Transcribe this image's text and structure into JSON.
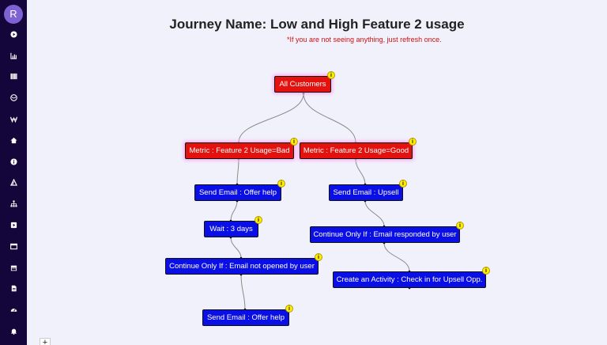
{
  "user": {
    "avatar_initial": "R"
  },
  "sidebar": {
    "icons": [
      "play-circle-icon",
      "bar-chart-icon",
      "grid-icon",
      "globe-icon",
      "w-icon",
      "home-icon",
      "info-icon",
      "scale-icon",
      "hierarchy-icon",
      "media-icon",
      "window-icon",
      "calendar-icon",
      "document-icon",
      "dashboard-icon",
      "bell-icon"
    ]
  },
  "header": {
    "title": "Journey Name: Low and High Feature 2 usage",
    "refresh_note": "*If you are not seeing anything, just refresh once."
  },
  "flow": {
    "info_glyph": "i",
    "nodes": [
      {
        "id": "all-customers",
        "label": "All Customers",
        "color": "red"
      },
      {
        "id": "metric-bad",
        "label": "Metric : Feature 2 Usage=Bad",
        "color": "red"
      },
      {
        "id": "metric-good",
        "label": "Metric : Feature 2 Usage=Good",
        "color": "red"
      },
      {
        "id": "send-email-offer-help-1",
        "label": "Send Email : Offer help",
        "color": "blue"
      },
      {
        "id": "send-email-upsell",
        "label": "Send Email : Upsell",
        "color": "blue"
      },
      {
        "id": "wait-3-days",
        "label": "Wait : 3 days",
        "color": "blue"
      },
      {
        "id": "continue-email-responded",
        "label": "Continue Only If : Email responded by user",
        "color": "blue"
      },
      {
        "id": "continue-email-not-opened",
        "label": "Continue Only If : Email not opened by user",
        "color": "blue"
      },
      {
        "id": "create-activity-upsell",
        "label": "Create an Activity : Check in for Upsell Opp.",
        "color": "blue"
      },
      {
        "id": "send-email-offer-help-2",
        "label": "Send Email : Offer help",
        "color": "blue"
      }
    ],
    "colors": {
      "red": "#e3120f",
      "blue": "#0a0fe6",
      "edge": "#8a8a8a",
      "badge": "#ffee00"
    }
  },
  "controls": {
    "zoom_in_label": "+"
  }
}
